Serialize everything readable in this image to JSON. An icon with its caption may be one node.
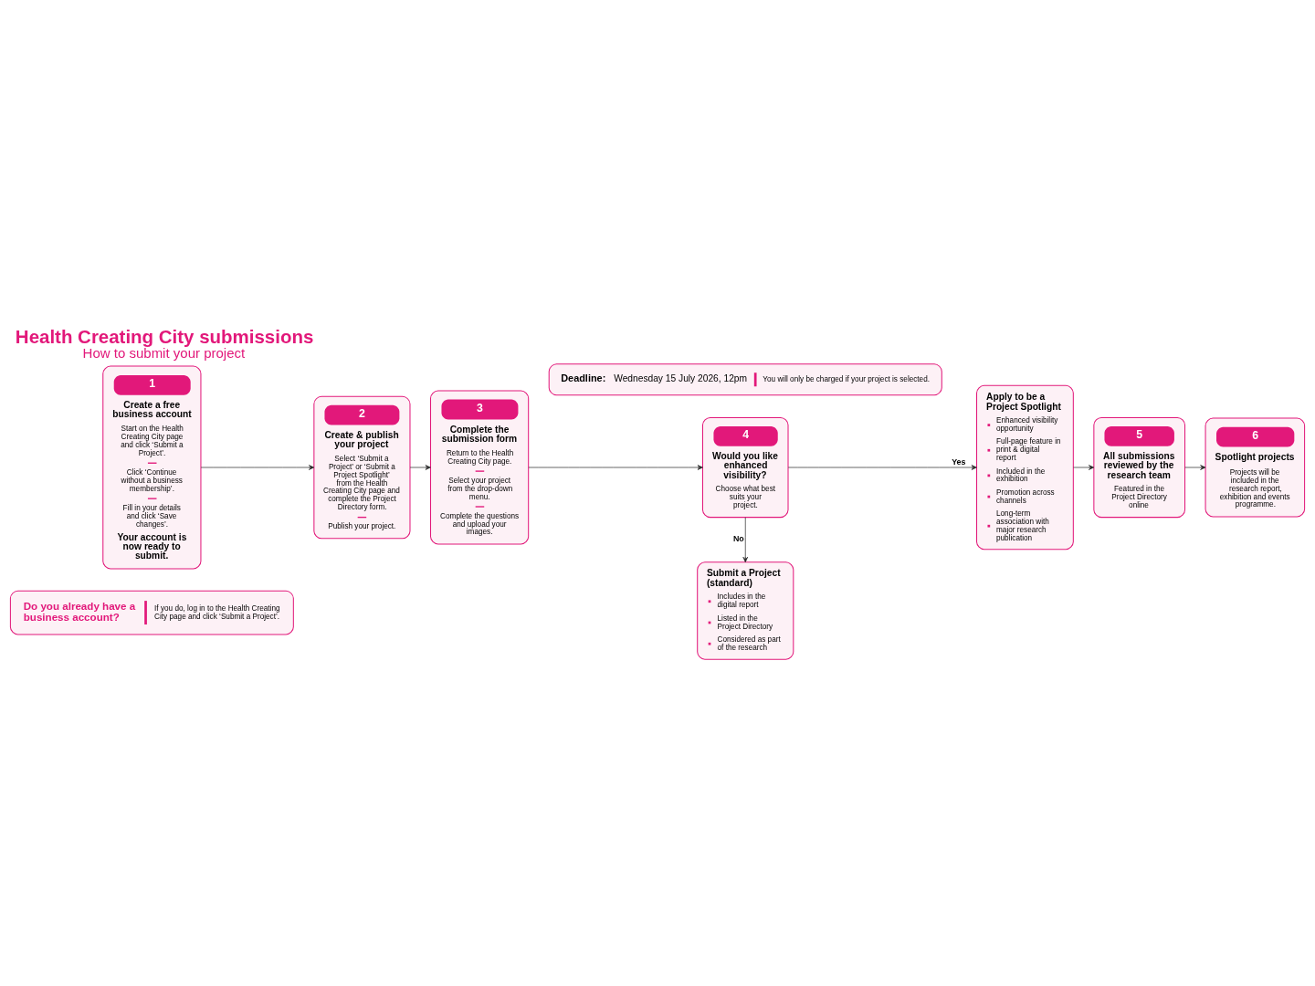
{
  "diagram": {
    "title": "Health Creating City submissions",
    "caption": "How to submit your project",
    "nodes": [
      {
        "text": [
          "Do you already have a business account?",
          "If you do, log in to the Health Creating City page and click ‘Submit a Project’."
        ]
      },
      {
        "text": [
          "1",
          "Create a free business account",
          "Start on the Health Creating City page and click ‘Submit a Project’.",
          "Click ‘Continue without a business membership’.",
          "Fill in your details and click ‘Save changes’.",
          "Your account is now ready to submit."
        ]
      },
      {
        "text": [
          "2",
          "Create & publish your project",
          "Select ‘Submit a Project’ or ‘Submit a Project Spotlight’ from the Health Creating City page and complete the Project Directory form.",
          "Publish your project."
        ]
      },
      {
        "text": [
          "3",
          "Complete the submission form",
          "Return to the Health Creating City page.",
          "Select your project from the drop-down menu.",
          "Complete the questions and upload your images."
        ]
      },
      {
        "text": [
          "4",
          "Would you like enhanced visibility?",
          "Choose what best suits your project."
        ]
      },
      {
        "text": [
          "Apply to be a Project Spotlight",
          "Enhanced visibility opportunity",
          "Full-page feature in print & digital report",
          "Included in the exhibition",
          "Promotion across channels",
          "Long-term association with major research publication"
        ]
      },
      {
        "text": [
          "Submit a Project (standard)",
          "Includes in the digital report",
          "Listed in the Project Directory",
          "Considered as part of the research"
        ]
      },
      {
        "text": [
          "5",
          "All submissions reviewed by the research team",
          "Featured in the Project Directory online"
        ]
      },
      {
        "text": [
          "6",
          "Spotlight projects",
          "Projects will be included in the research report, exhibition and events programme."
        ]
      },
      {
        "text": [
          "Deadline:",
          "Wednesday 15 July 2026, 12pm",
          "You will only be charged if your project is selected."
        ]
      }
    ],
    "edges": [
      {
        "from": 1,
        "to": 2,
        "arrow": "to"
      },
      {
        "from": 2,
        "to": 3,
        "arrow": "to"
      },
      {
        "from": 3,
        "to": 4,
        "arrow": "to"
      },
      {
        "from": 4,
        "to": 5,
        "arrow": "to",
        "label": "Yes"
      },
      {
        "from": 4,
        "to": 6,
        "arrow": "to",
        "label": "No"
      },
      {
        "from": 5,
        "to": 7,
        "arrow": "to"
      },
      {
        "from": 7,
        "to": 8,
        "arrow": "to"
      }
    ]
  }
}
